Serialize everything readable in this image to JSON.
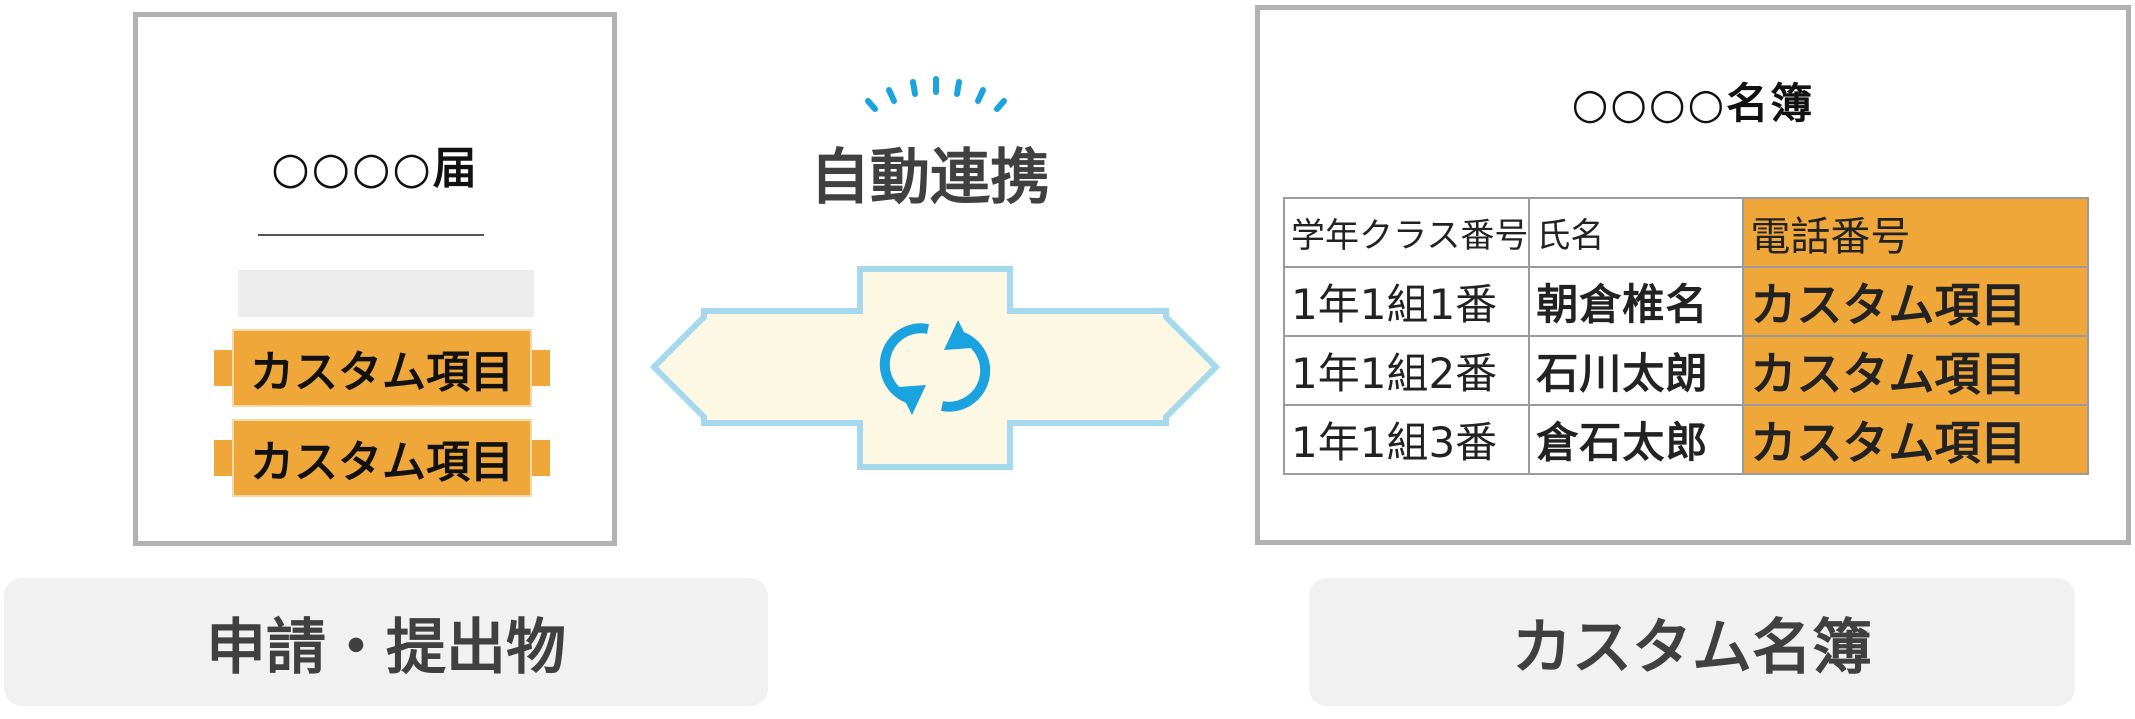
{
  "left_document": {
    "title": "○○○○届",
    "custom_fields": [
      "カスタム項目",
      "カスタム項目"
    ]
  },
  "center": {
    "label": "自動連携",
    "icon": "sync-icon",
    "colors": {
      "arrow_fill": "#fdf8e4",
      "arrow_stroke": "#a6d8ee",
      "sync": "#1aa3de"
    }
  },
  "right_document": {
    "title": "○○○○名簿",
    "table": {
      "headers": [
        "学年クラス番号",
        "氏名",
        "電話番号"
      ],
      "rows": [
        [
          "1年1組1番",
          "朝倉椎名",
          "カスタム項目"
        ],
        [
          "1年1組2番",
          "石川太朗",
          "カスタム項目"
        ],
        [
          "1年1組3番",
          "倉石太郎",
          "カスタム項目"
        ]
      ]
    }
  },
  "labels": {
    "left": "申請・提出物",
    "right": "カスタム名簿"
  },
  "colors": {
    "accent": "#f0a73a",
    "border": "#b2b2b2",
    "pill_bg": "#f1f1f1"
  }
}
